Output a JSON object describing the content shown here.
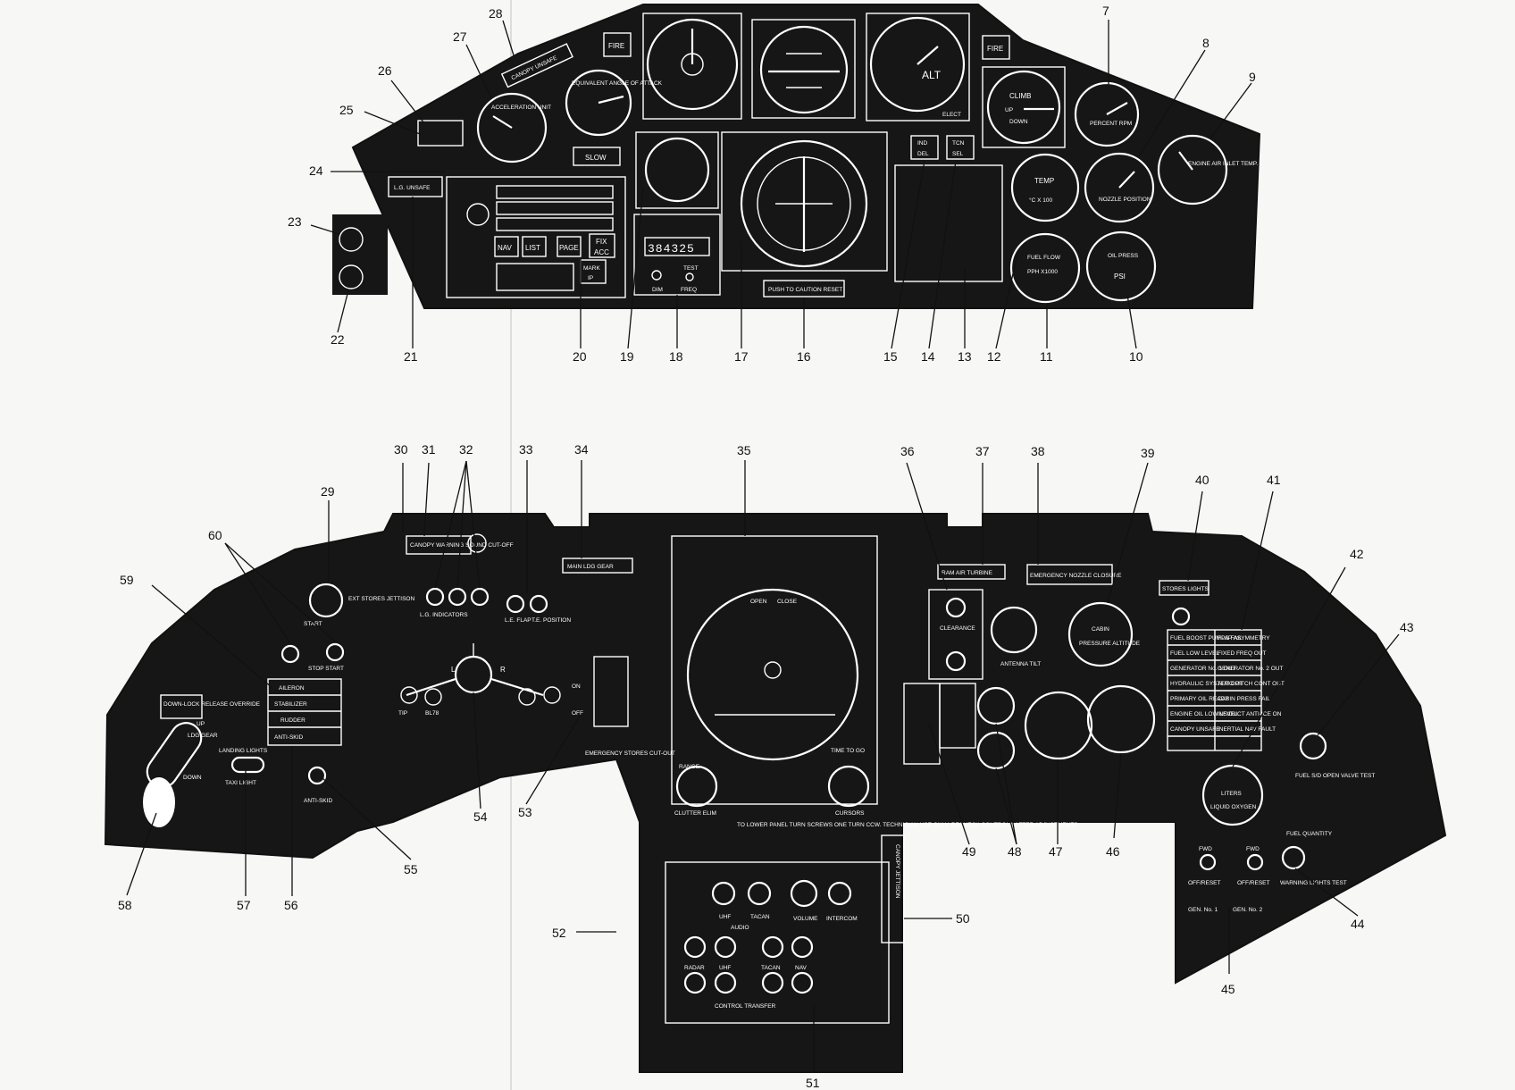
{
  "callouts_upper": [
    "7",
    "8",
    "9",
    "10",
    "11",
    "12",
    "13",
    "14",
    "15",
    "16",
    "17",
    "18",
    "19",
    "20",
    "21",
    "22",
    "23",
    "24",
    "25",
    "26",
    "27",
    "28"
  ],
  "callouts_lower": [
    "29",
    "30",
    "31",
    "32",
    "33",
    "34",
    "35",
    "36",
    "37",
    "38",
    "39",
    "40",
    "41",
    "42",
    "43",
    "44",
    "45",
    "46",
    "47",
    "48",
    "49",
    "50",
    "51",
    "52",
    "53",
    "54",
    "55",
    "56",
    "57",
    "58",
    "59",
    "60"
  ],
  "upper_panel_labels": {
    "canopy_unsafe": "CANOPY UNSAFE",
    "fire_left": "FIRE",
    "fire_right": "FIRE",
    "slow": "SLOW",
    "lg_unsafe": "L.G. UNSAFE",
    "nav": "NAV",
    "list": "LIST",
    "page": "PAGE",
    "fix": "FIX",
    "acc": "ACC",
    "mark": "MARK",
    "ip": "IP",
    "freq_readout": "384325",
    "test": "TEST",
    "dim": "DIM",
    "freq": "FREQ",
    "push_caution_reset": "PUSH TO CAUTION RESET",
    "alt": "ALT",
    "climb": "CLIMB",
    "up": "UP",
    "down": "DOWN",
    "equivalent_angle_of_attack": "EQUIVALENT ANGLE OF ATTACK",
    "accelerometer": "ACCELERATION UNIT",
    "ind": "IND",
    "del": "DEL",
    "tcn": "TCN",
    "sel": "SEL",
    "engine_air_inlet_temp": "ENGINE AIR INLET TEMP.",
    "nozzle_position": "NOZZLE POSITION",
    "percent_rpm": "PERCENT RPM",
    "temp": "TEMP",
    "c_x_100": "°C X 100",
    "fuel_flow": "FUEL FLOW",
    "pph_x1000": "PPH X1000",
    "oil_press": "OIL PRESS",
    "psi": "PSI",
    "elect": "ELECT"
  },
  "lower_panel_labels": {
    "canopy_warning": "CANOPY WARNING SOUND CUT-OFF",
    "lg_indicators": "L.G. INDICATORS",
    "le_flap": "L.E. FLAP",
    "te_position": "T.E. POSITION",
    "main_ldg_gear": "MAIN LDG GEAR",
    "open": "OPEN",
    "close": "CLOSE",
    "ram_air_turbine": "RAM AIR TURBINE",
    "emergency_nozzle_closure": "EMERGENCY NOZZLE CLOSURE",
    "clearance": "CLEARANCE",
    "antenna_tilt": "ANTENNA TILT",
    "cabin": "CABIN",
    "pressure_altitude": "PRESSURE ALTITUDE",
    "stores_lights": "STORES LIGHTS",
    "fuel_boost_pumps_fail": "FUEL BOOST PUMPS FAIL",
    "flap_asymmetry": "FLAP ASYMMETRY",
    "fuel_low_level": "FUEL LOW LEVEL",
    "fixed_freq_out": "FIXED FREQ OUT",
    "generator_1_out": "GENERATOR No. 1 OUT",
    "generator_2_out": "GENERATOR No. 2 OUT",
    "hydraulic_system_out": "HYDRAULIC SYSTEM OUT",
    "auto_pitch_cont_out": "AUTO PITCH CONT OUT",
    "primary_oil_ready": "PRIMARY OIL READY",
    "cabin_press_fail": "CABIN PRESS FAIL",
    "engine_oil_low_level": "ENGINE OIL LOW LEVEL",
    "ins_duct_anti_ice_on": "INS/DUCT ANTI-ICE ON",
    "canopy_unsafe": "CANOPY UNSAFE",
    "inertial_nav_fault": "INERTIAL NAV FAULT",
    "fuel_tank_press_test": "FUEL S/D OPEN VALVE TEST",
    "liquid_oxygen": "LIQUID OXYGEN",
    "liters": "LITERS",
    "fwd": "FWD",
    "on": "ON",
    "off": "OFF",
    "off_reset": "OFF/RESET",
    "fuel_quantity": "FUEL QUANTITY",
    "warning_lights_test": "WARNING LIGHTS TEST",
    "gen_no_1": "GEN. No. 1",
    "gen_no_2": "GEN. No. 2",
    "canopy_jettison": "CANOPY JETTISON",
    "uhf": "UHF",
    "tacan": "TACAN",
    "audio": "AUDIO",
    "volume": "VOLUME",
    "interphone": "INTERCOM",
    "radar": "RADAR",
    "nav": "NAV",
    "control_transfer": "CONTROL TRANSFER",
    "range": "RANGE",
    "clutter_elim": "CLUTTER ELIM",
    "time_to_go": "TIME TO GO",
    "cursors": "CURSORS",
    "lower_panel_note": "TO LOWER PANEL TURN SCREWS ONE TURN CCW. TECHNICIAN USE ONLY. RECHECK CONTROLS AFTER ADJUSTMENTS",
    "emergency_stores_cut_out": "EMERGENCY STORES CUT-OUT",
    "aileron": "AILERON",
    "stabilizer": "STABILIZER",
    "rudder": "RUDDER",
    "anti_skid": "ANTI-SKID",
    "start": "START",
    "stop_start": "STOP START",
    "ext_stores_jettison": "EXT STORES JETTISON",
    "landing_lights": "LANDING LIGHTS",
    "taxi_light": "TAXI LIGHT",
    "ldg_gear": "LDG GEAR",
    "down": "DOWN",
    "up": "UP",
    "down_lock_release_override": "DOWN-LOCK RELEASE OVERRIDE",
    "tip": "TIP",
    "bl78": "BL78",
    "l": "L",
    "r": "R"
  }
}
